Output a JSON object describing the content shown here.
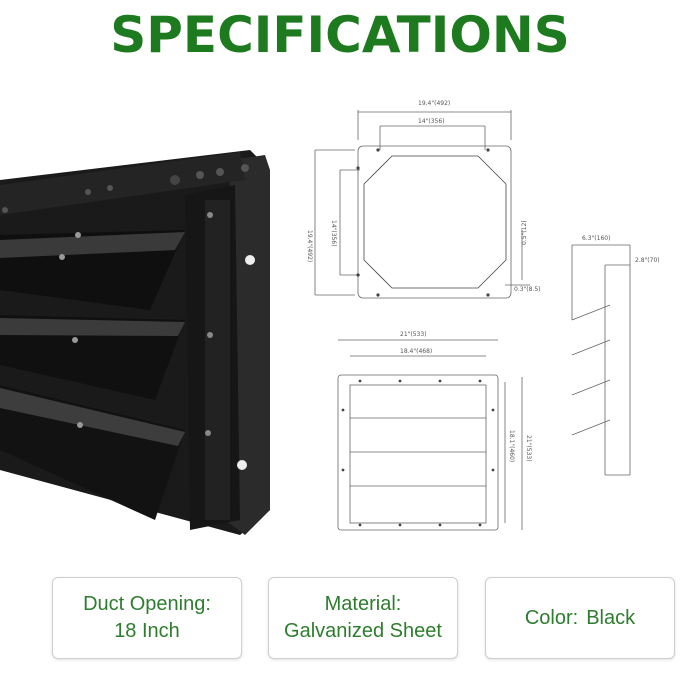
{
  "title": "SPECIFICATIONS",
  "drawing_labels": {
    "top_width": "19.4\"(492)",
    "top_inner": "14\"(356)",
    "top_height": "19.4\"(492)",
    "top_inner_h": "14\"(356)",
    "top_small_1": "0.5\"(12)",
    "top_small_2": "0.3\"(8.5)",
    "side_depth": "6.3\"(160)",
    "side_flange": "2.8\"(70)",
    "front_width": "21\"(533)",
    "front_inner": "18.4\"(468)",
    "front_height_inner": "18.1\"(460)",
    "front_height": "21\"(533)"
  },
  "specs": [
    {
      "line1": "Duct Opening:",
      "line2": "18 Inch"
    },
    {
      "line1": "Material:",
      "line2": "Galvanized Sheet"
    },
    {
      "label": "Color:",
      "value": "Black"
    }
  ],
  "colors": {
    "title": "#1e7a1e",
    "spec_text": "#2e7d2e"
  }
}
